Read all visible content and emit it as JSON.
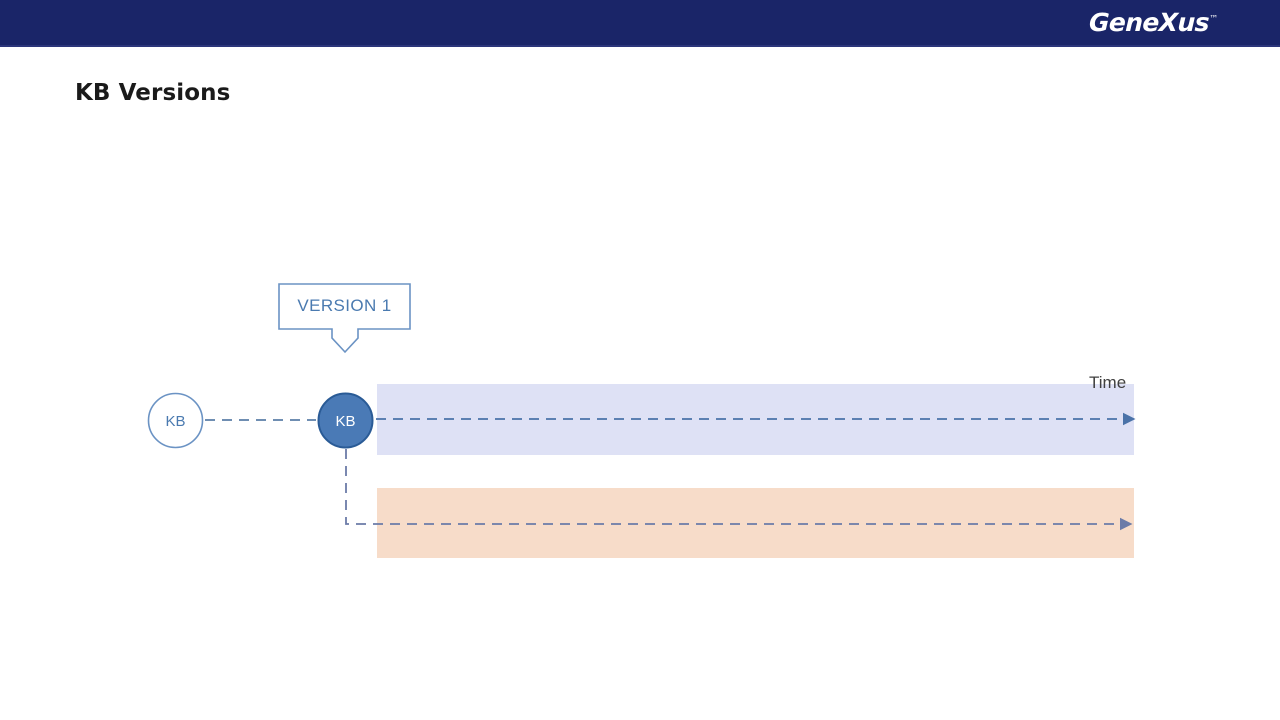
{
  "header": {
    "brand": "GeneXus",
    "trademark": "™",
    "background_color": "#1a2568"
  },
  "slide": {
    "title": "KB Versions"
  },
  "diagram": {
    "time_axis_label": "Time",
    "callout": {
      "label": "VERSION 1",
      "border_color": "#6b93c4",
      "text_color": "#4a7ab0"
    },
    "nodes": [
      {
        "id": "kb-origin",
        "label": "KB",
        "style": "outline",
        "fill_color": "#ffffff",
        "border_color": "#6b93c4",
        "text_color": "#4a7ab0"
      },
      {
        "id": "kb-version1",
        "label": "KB",
        "style": "filled",
        "fill_color": "#4a7ab6",
        "border_color": "#2a5b96",
        "text_color": "#ffffff"
      }
    ],
    "lanes": [
      {
        "id": "lane-blue",
        "color": "#dee1f5"
      },
      {
        "id": "lane-orange",
        "color": "#f7dcc9"
      }
    ],
    "connector_color": "#5b7ea8"
  }
}
